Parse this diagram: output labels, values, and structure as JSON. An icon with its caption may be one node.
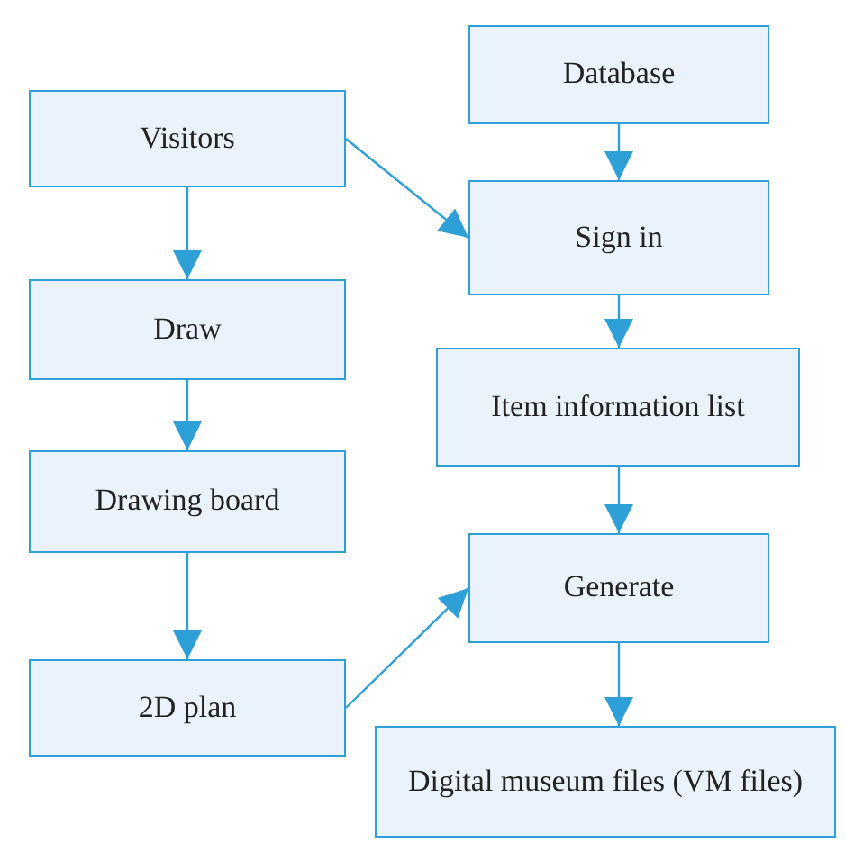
{
  "diagram": {
    "nodes": [
      {
        "text": [
          "Visitors"
        ]
      },
      {
        "text": [
          "Draw"
        ]
      },
      {
        "text": [
          "Drawing board"
        ]
      },
      {
        "text": [
          "2D plan"
        ]
      },
      {
        "text": [
          "Database"
        ]
      },
      {
        "text": [
          "Sign in"
        ]
      },
      {
        "text": [
          "Item information list"
        ]
      },
      {
        "text": [
          "Generate"
        ]
      },
      {
        "text": [
          "Digital museum files (VM files)"
        ]
      }
    ],
    "edges": [
      {
        "from": 0,
        "to": 1,
        "arrow": "to"
      },
      {
        "from": 1,
        "to": 2,
        "arrow": "to"
      },
      {
        "from": 2,
        "to": 3,
        "arrow": "to"
      },
      {
        "from": 0,
        "to": 5,
        "arrow": "to"
      },
      {
        "from": 4,
        "to": 5,
        "arrow": "to"
      },
      {
        "from": 5,
        "to": 6,
        "arrow": "to"
      },
      {
        "from": 6,
        "to": 7,
        "arrow": "to"
      },
      {
        "from": 3,
        "to": 7,
        "arrow": "to"
      },
      {
        "from": 7,
        "to": 8,
        "arrow": "to"
      }
    ]
  }
}
